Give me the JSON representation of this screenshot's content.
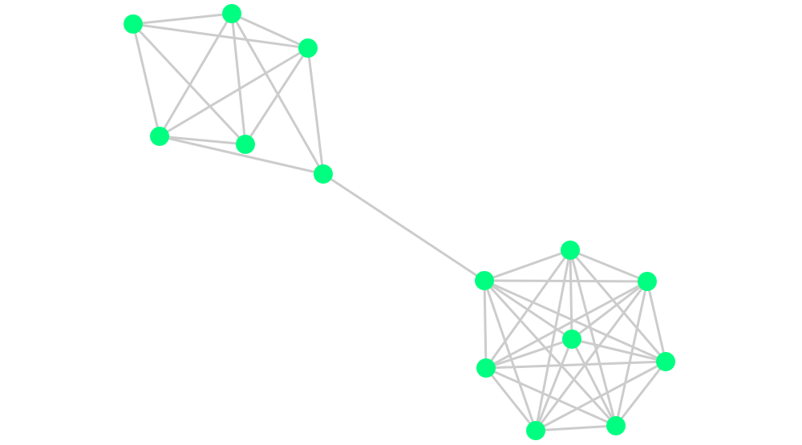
{
  "graph": {
    "colors": {
      "background": "#ffffff",
      "node": "#00ff80",
      "edge": "#cccccc"
    },
    "nodes": [
      {
        "id": "a1"
      },
      {
        "id": "a2"
      },
      {
        "id": "a3"
      },
      {
        "id": "a4"
      },
      {
        "id": "a5"
      },
      {
        "id": "a6"
      },
      {
        "id": "b1"
      },
      {
        "id": "b2"
      },
      {
        "id": "b3"
      },
      {
        "id": "b4"
      },
      {
        "id": "b5"
      },
      {
        "id": "b6"
      },
      {
        "id": "b7"
      },
      {
        "id": "b8"
      }
    ],
    "edges": [
      [
        "a1",
        "a2"
      ],
      [
        "a1",
        "a3"
      ],
      [
        "a1",
        "a4"
      ],
      [
        "a1",
        "a5"
      ],
      [
        "a2",
        "a3"
      ],
      [
        "a2",
        "a4"
      ],
      [
        "a2",
        "a5"
      ],
      [
        "a2",
        "a6"
      ],
      [
        "a3",
        "a4"
      ],
      [
        "a3",
        "a5"
      ],
      [
        "a3",
        "a6"
      ],
      [
        "a4",
        "a5"
      ],
      [
        "a4",
        "a6"
      ],
      [
        "a6",
        "b1"
      ],
      [
        "b1",
        "b2"
      ],
      [
        "b1",
        "b3"
      ],
      [
        "b1",
        "b4"
      ],
      [
        "b1",
        "b5"
      ],
      [
        "b1",
        "b6"
      ],
      [
        "b1",
        "b7"
      ],
      [
        "b1",
        "b8"
      ],
      [
        "b2",
        "b3"
      ],
      [
        "b2",
        "b4"
      ],
      [
        "b2",
        "b5"
      ],
      [
        "b2",
        "b6"
      ],
      [
        "b2",
        "b7"
      ],
      [
        "b2",
        "b8"
      ],
      [
        "b3",
        "b4"
      ],
      [
        "b3",
        "b5"
      ],
      [
        "b3",
        "b6"
      ],
      [
        "b3",
        "b7"
      ],
      [
        "b3",
        "b8"
      ],
      [
        "b4",
        "b5"
      ],
      [
        "b4",
        "b6"
      ],
      [
        "b4",
        "b7"
      ],
      [
        "b4",
        "b8"
      ],
      [
        "b5",
        "b6"
      ],
      [
        "b5",
        "b7"
      ],
      [
        "b5",
        "b8"
      ],
      [
        "b6",
        "b7"
      ],
      [
        "b6",
        "b8"
      ],
      [
        "b7",
        "b8"
      ]
    ]
  }
}
